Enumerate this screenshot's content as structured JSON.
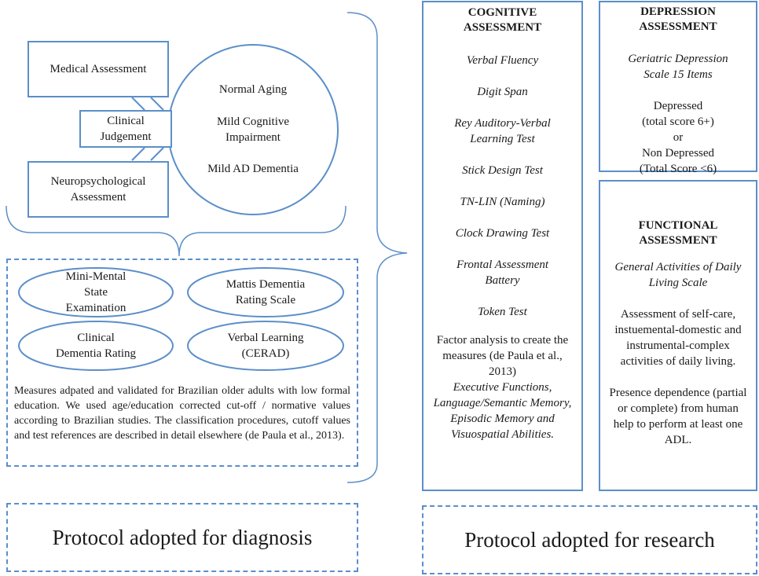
{
  "diagnosis": {
    "medical_assessment": "Medical Assessment",
    "clinical_judgement": "Clinical\nJudgement",
    "neuropsychological_assessment": "Neuropsychological\nAssessment",
    "outcomes": [
      "Normal Aging",
      "Mild Cognitive\nImpairment",
      "Mild AD Dementia"
    ],
    "instruments": [
      "Mini-Mental\nState\nExamination",
      "Mattis Dementia\nRating Scale",
      "Clinical\nDementia Rating",
      "Verbal Learning\n(CERAD)"
    ],
    "note": "Measures adpated and validated for Brazilian older adults with low formal education. We used age/education corrected cut-off / normative values according to Brazilian studies. The classification procedures, cutoff values and test references are described in detail elsewhere (de Paula et al., 2013).",
    "label": "Protocol adopted for diagnosis"
  },
  "cognitive": {
    "title": "COGNITIVE\nASSESSMENT",
    "tests": [
      "Verbal Fluency",
      "Digit Span",
      "Rey Auditory-Verbal\nLearning Test",
      "Stick Design Test",
      "TN-LIN (Naming)",
      "Clock Drawing Test",
      "Frontal Assessment\nBattery",
      "Token Test"
    ],
    "factor_text": "Factor analysis to create the measures (de Paula et al., 2013)",
    "factor_measures": "Executive Functions, Language/Semantic Memory, Episodic Memory and Visuospatial Abilities."
  },
  "depression": {
    "title": "DEPRESSION\nASSESSMENT",
    "scale": "Geriatric Depression\nScale 15 Items",
    "criteria": "Depressed\n(total score 6+)\nor\nNon Depressed\n(Total Score <6)"
  },
  "functional": {
    "title": "FUNCTIONAL\nASSESSMENT",
    "scale": "General Activities of Daily\nLiving Scale",
    "desc1": "Assessment of  self-care, instuemental-domestic and instrumental-complex activities of daily living.",
    "desc2": "Presence dependence (partial or complete) from human help to perform at least one ADL."
  },
  "research": {
    "label": "Protocol adopted for research"
  },
  "colors": {
    "line": "#5b8fc9",
    "text": "#1a1a1a"
  }
}
